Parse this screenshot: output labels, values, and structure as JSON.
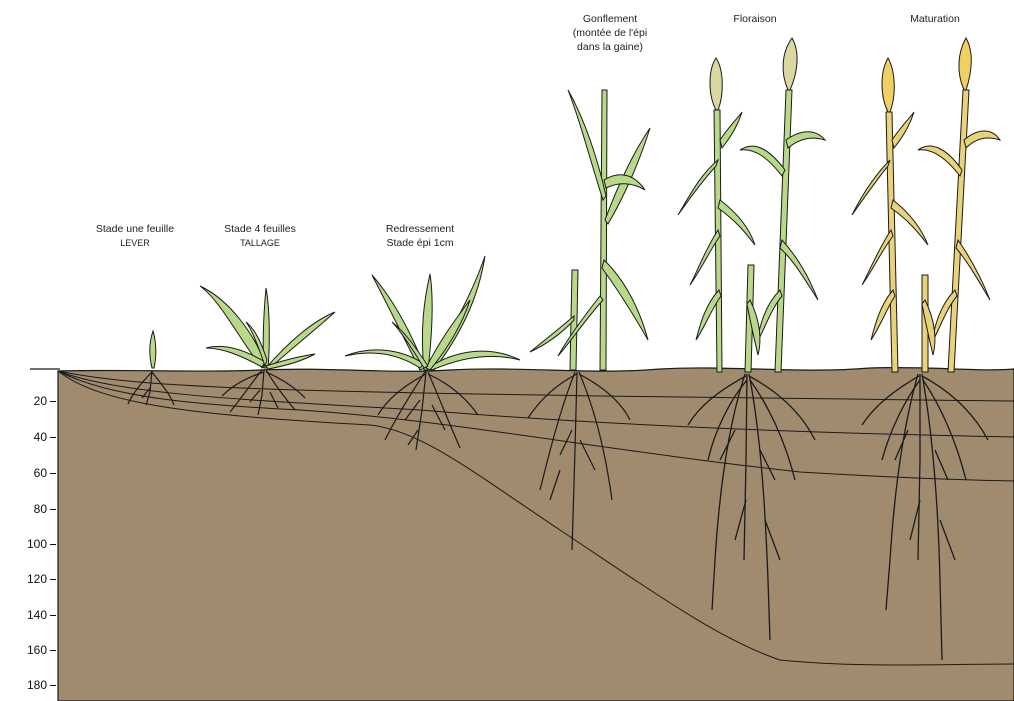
{
  "stages": [
    {
      "id": "lever",
      "line1": "Stade une feuille",
      "line2": "LEVER"
    },
    {
      "id": "tallage",
      "line1": "Stade 4 feuilles",
      "line2": "TALLAGE"
    },
    {
      "id": "redressement",
      "line1": "Redressement",
      "line2": "Stade épi 1cm"
    },
    {
      "id": "gonflement",
      "line1": "Gonflement",
      "line2": "(montée de l'épi",
      "line3": "dans la gaine)"
    },
    {
      "id": "floraison",
      "line1": "Floraison"
    },
    {
      "id": "maturation",
      "line1": "Maturation"
    }
  ],
  "depth_axis": {
    "ticks": [
      "20",
      "40",
      "60",
      "80",
      "100",
      "120",
      "140",
      "160",
      "180"
    ]
  },
  "colors": {
    "soil": "#a08b6e",
    "green_leaf": "#b9d98a",
    "mature_leaf": "#e8d27a",
    "outline": "#1a1a1a"
  }
}
